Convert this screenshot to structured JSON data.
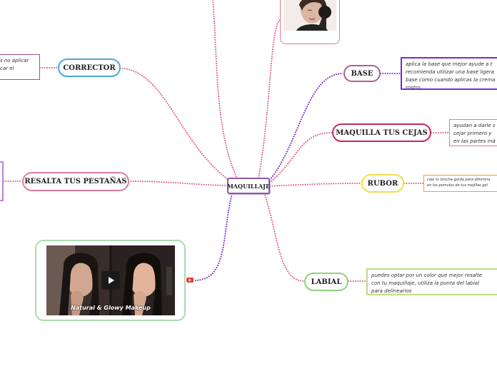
{
  "mindmap": {
    "central": {
      "label": "MAQUILLAJE",
      "color": "#8e5aa8"
    },
    "branches": {
      "corrector": {
        "label": "CORRECTOR",
        "color": "#4aa8d8"
      },
      "base": {
        "label": "BASE",
        "color": "#b0608f"
      },
      "cejas": {
        "label": "MAQUILLA TUS CEJAS",
        "color": "#c8285a"
      },
      "rubor": {
        "label": "RUBOR",
        "color": "#f0e04a"
      },
      "labial": {
        "label": "LABIAL",
        "color": "#8fd47a"
      },
      "pestanas": {
        "label": "RESALTA TUS PESTAÑAS",
        "color": "#e07aa0"
      }
    },
    "notes": {
      "corrector": {
        "text": "s no aplicar\ncar el",
        "color": "#a0508a"
      },
      "base": {
        "text": "aplica la base que mejor ayude a t\nrecomienda utilizar una base ligera\nbase como cuando aplicas la crema\nrostro.",
        "color": "#7a2ad0"
      },
      "cejas": {
        "text": "ayudan a darle s\ncejar primero y\nen las partes má",
        "color": "#e07a90"
      },
      "rubor": {
        "text": "coje tu brocha gorda para difumina\nen los pomulos de tus mejillas gol",
        "color": "#f0a030"
      },
      "labial": {
        "text": "puedes optar por un color  que mejor resalte\ncon tu maquillaje, utiliza la punta del labial\npara delinearlos",
        "color": "#b8e08a"
      },
      "pestanas": {
        "text": "",
        "color": "#c080d8"
      }
    },
    "video": {
      "title": "Natural & Glowy Makeup",
      "border_color": "#a8dcb0",
      "badge_color": "#e53935"
    },
    "image_card": {
      "border_color": "#e07aa0"
    },
    "link_colors": {
      "pink": "#e0607a",
      "purple": "#7a2ad0"
    }
  }
}
